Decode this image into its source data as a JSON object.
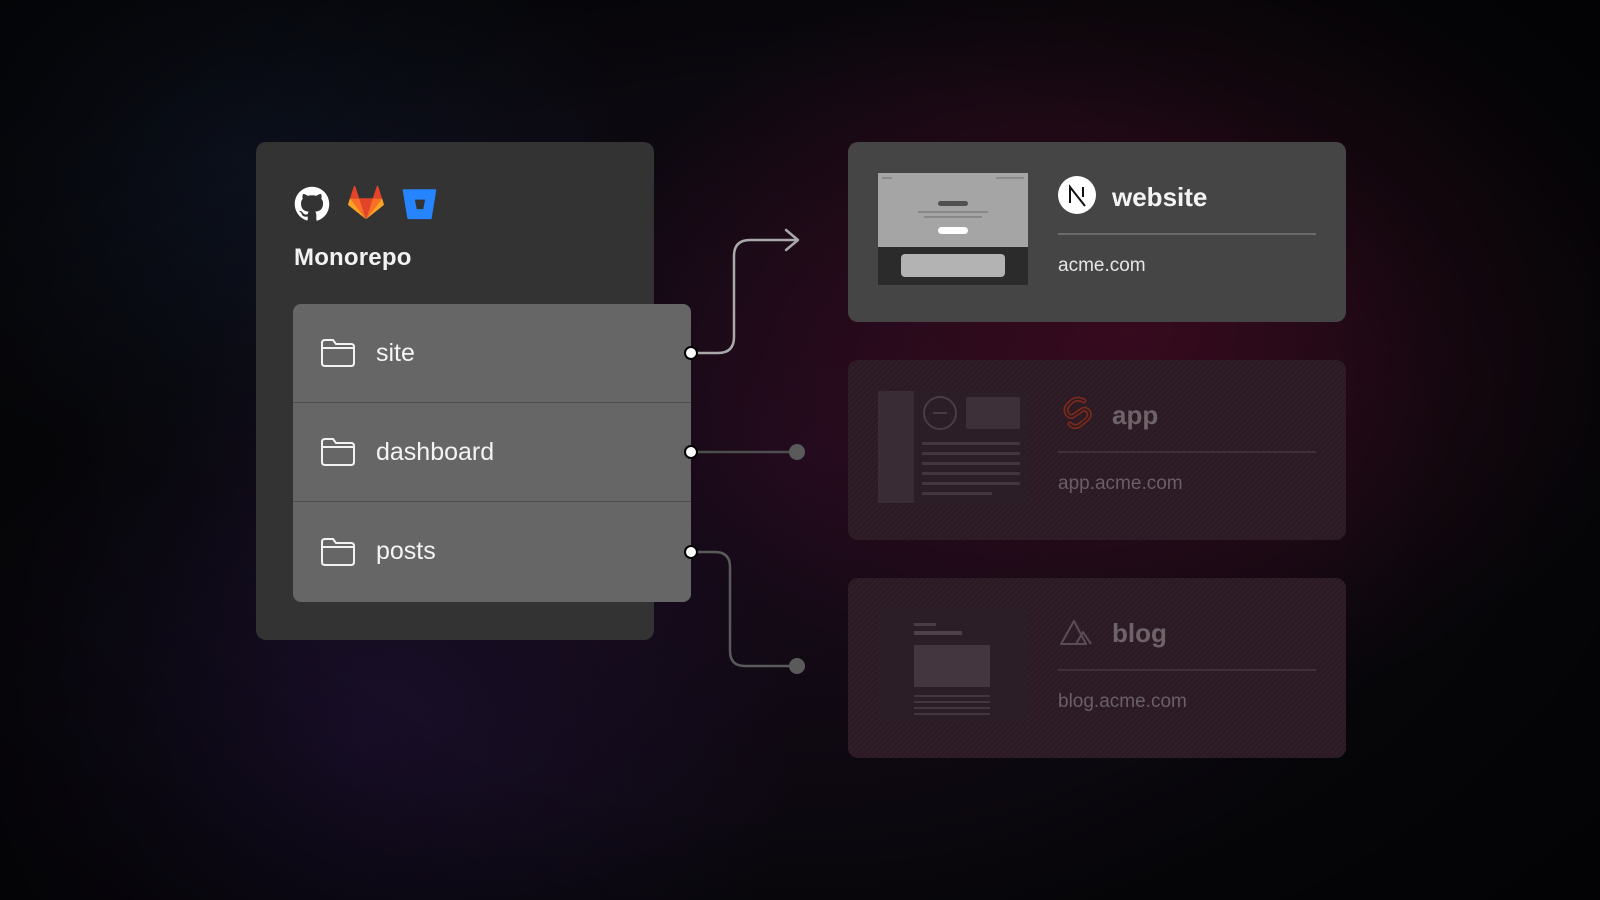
{
  "repository": {
    "title": "Monorepo",
    "providers": [
      "github-icon",
      "gitlab-icon",
      "bitbucket-icon"
    ],
    "folders": [
      {
        "label": "site",
        "icon": "folder-icon"
      },
      {
        "label": "dashboard",
        "icon": "folder-icon"
      },
      {
        "label": "posts",
        "icon": "folder-icon"
      }
    ]
  },
  "deployments": [
    {
      "name": "website",
      "domain": "acme.com",
      "framework_icon": "nextjs-icon",
      "state": "active"
    },
    {
      "name": "app",
      "domain": "app.acme.com",
      "framework_icon": "svelte-icon",
      "state": "dimmed"
    },
    {
      "name": "blog",
      "domain": "blog.acme.com",
      "framework_icon": "nuxt-icon",
      "state": "dimmed"
    }
  ],
  "colors": {
    "github": "#ffffff",
    "gitlab": "#fc6d26",
    "bitbucket": "#2684ff",
    "svelte": "#ff3e00"
  }
}
